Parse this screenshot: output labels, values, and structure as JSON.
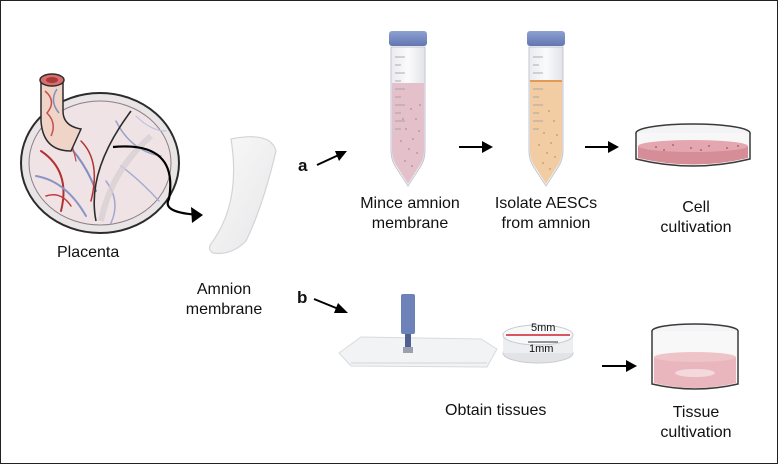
{
  "labels": {
    "placenta": "Placenta",
    "amnion_line1": "Amnion",
    "amnion_line2": "membrane",
    "step_a": "a",
    "step_b": "b",
    "mince_line1": "Mince amnion",
    "mince_line2": "membrane",
    "isolate_line1": "Isolate AESCs",
    "isolate_line2": "from amnion",
    "cell_line1": "Cell",
    "cell_line2": "cultivation",
    "obtain": "Obtain tissues",
    "tissue_line1": "Tissue",
    "tissue_line2": "cultivation",
    "dim_5mm": "5mm",
    "dim_1mm": "1mm"
  },
  "colors": {
    "cap": "#7b8fc6",
    "tube_pink": "#e4c1ca",
    "tube_orange": "#f2cda3",
    "dish_fill": "#d58e98",
    "dish_fill_light": "#e9b6bd",
    "punch": "#6d82b8",
    "red_line": "#d0202b"
  }
}
